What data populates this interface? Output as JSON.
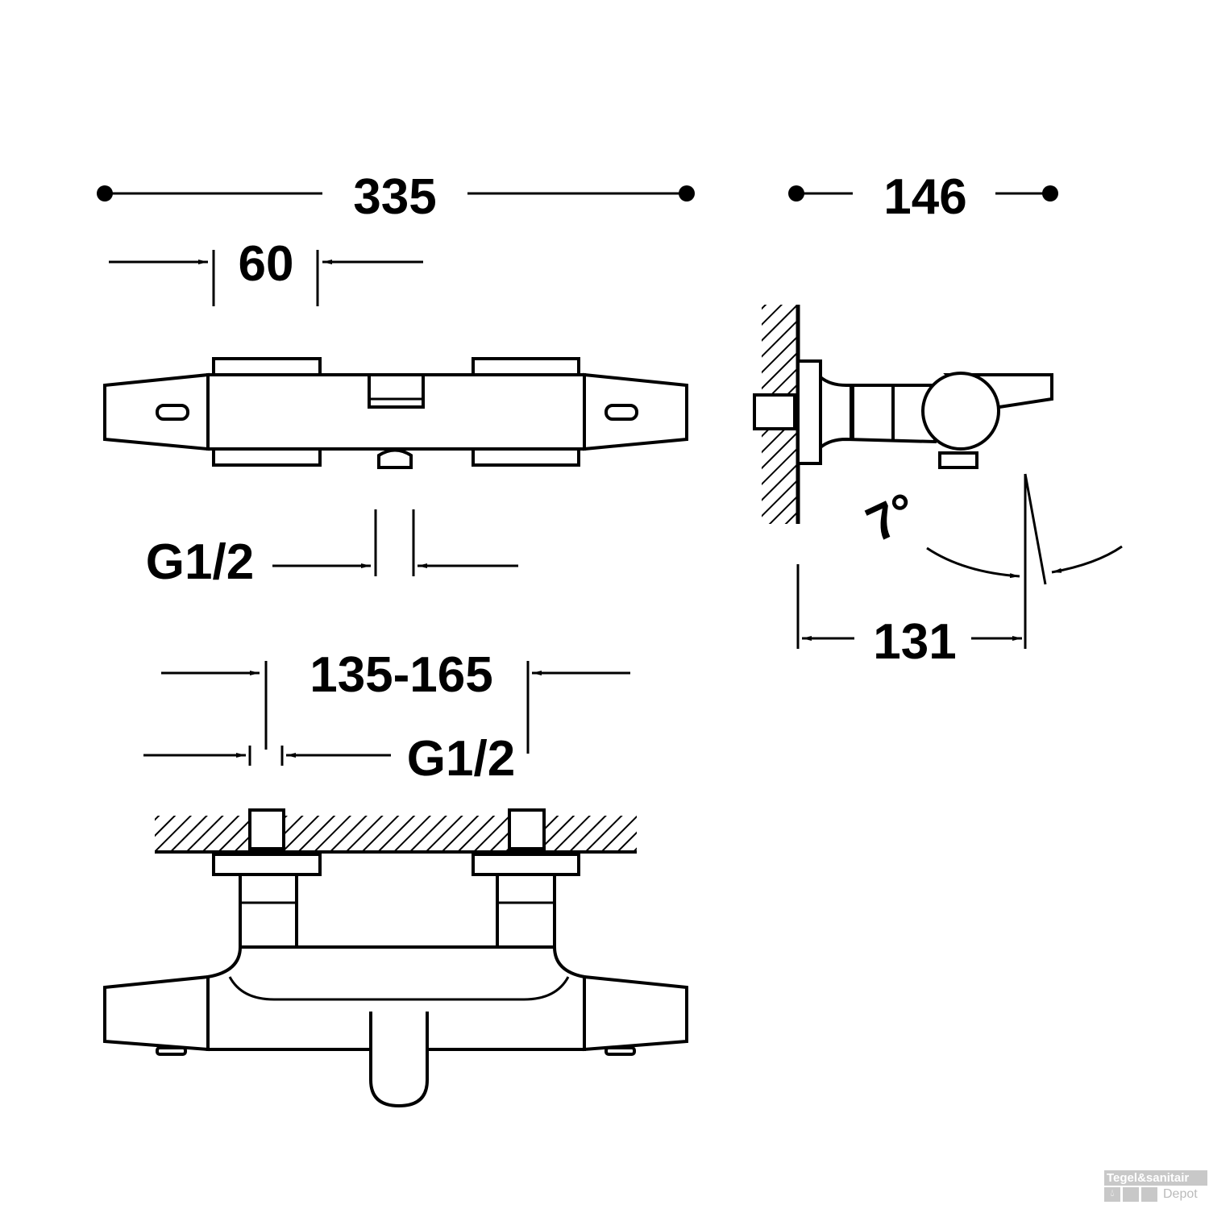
{
  "dimensions": {
    "overall_length": "335",
    "handle_width": "60",
    "depth": "146",
    "outlet_thread": "G1/2",
    "wall_to_outlet": "131",
    "angle": "7°",
    "centre_distance": "135-165",
    "inlet_thread": "G1/2"
  },
  "watermark": {
    "brand": "Tegel&sanitair",
    "sub": "Depot"
  },
  "colors": {
    "line": "#000000",
    "background": "#ffffff",
    "watermark": "#c8c8c8"
  }
}
